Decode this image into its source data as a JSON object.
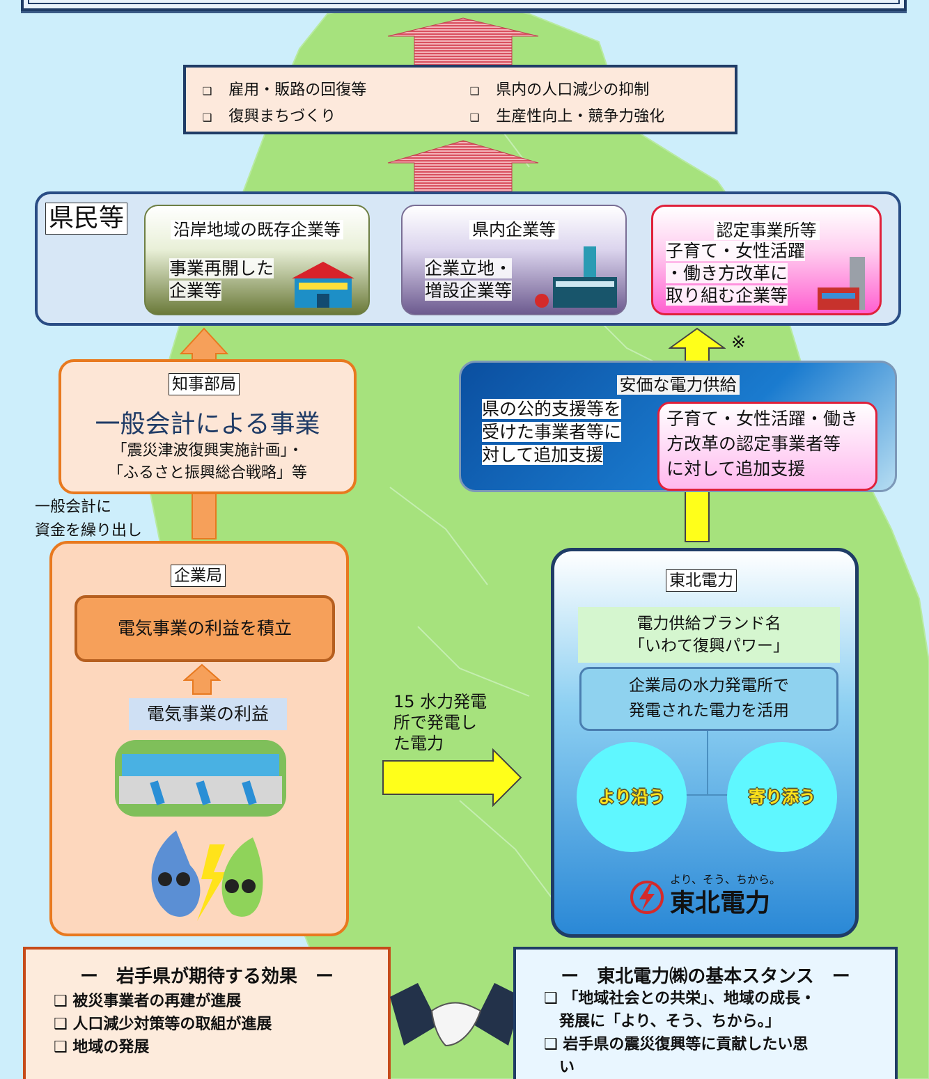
{
  "top_effects": {
    "items": [
      "雇用・販路の回復等",
      "県内の人口減少の抑制",
      "復興まちづくり",
      "生産性向上・競争力強化"
    ],
    "bullet": "❑"
  },
  "kenmin": {
    "label": "県民等",
    "panels": [
      {
        "title": "沿岸地域の既存企業等",
        "text": [
          "事業再開した",
          "企業等"
        ]
      },
      {
        "title": "県内企業等",
        "text": [
          "企業立地・",
          "増設企業等"
        ]
      },
      {
        "title": "認定事業所等",
        "text": [
          "子育て・女性活躍",
          "・働き方改革に",
          "取り組む企業等"
        ]
      }
    ]
  },
  "note_mark": "※",
  "chiji": {
    "label": "知事部局",
    "title": "一般会計による事業",
    "sub": [
      "「震災津波復興実施計画」・",
      "「ふるさと振興総合戦略」等"
    ]
  },
  "transfer_text": [
    "一般会計に",
    "資金を繰り出し"
  ],
  "kigyo": {
    "label": "企業局",
    "reserve": "電気事業の利益を積立",
    "profit": "電気事業の利益"
  },
  "supply_text": [
    "15 水力発電",
    "所で発電し",
    "た電力"
  ],
  "anka": {
    "title": "安価な電力供給",
    "left": [
      "県の公的支援等を",
      "受けた事業者等に",
      "対して追加支援"
    ],
    "right": [
      "子育て・女性活躍・働き",
      "方改革の認定事業者等",
      "に対して追加支援"
    ]
  },
  "tohoku": {
    "label": "東北電力",
    "brand": [
      "電力供給ブランド名",
      "「いわて復興パワー」"
    ],
    "hydro": [
      "企業局の水力発電所で",
      "発電された電力を活用"
    ],
    "circles": [
      "より沿う",
      "寄り添う"
    ],
    "logo_slogan": "より、そう、ちから。",
    "logo_name": "東北電力"
  },
  "iwate_note": {
    "heading": "ー　岩手県が期待する効果　ー",
    "items": [
      "❑ 被災事業者の再建が進展",
      "❑ 人口減少対策等の取組が進展",
      "❑ 地域の発展"
    ]
  },
  "tohoku_note": {
    "heading": "ー　東北電力㈱の基本スタンス　ー",
    "items": [
      "❑ 「地域社会との共栄」、地域の成長・",
      "　発展に「より、そう、ちから。」",
      "❑ 岩手県の震災復興等に貢献したい思",
      "　い"
    ]
  },
  "colors": {
    "map": "#a6e27d",
    "blue_border": "#1f3c66",
    "orange": "#e8791f",
    "yellow_arrow": "#ffff1a",
    "red_arrow": "#e05a6a"
  }
}
